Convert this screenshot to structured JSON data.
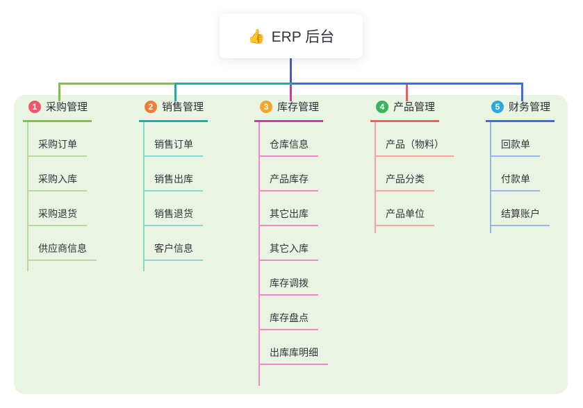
{
  "root": {
    "icon": "👍",
    "title": "ERP 后台"
  },
  "colors": {
    "canvas_bg": "#ffffff",
    "panel_bg": "#e9f5e2",
    "root_connector": "#4c5ac8",
    "text": "#33333a"
  },
  "branches": [
    {
      "num": "1",
      "label": "采购管理",
      "badge_color": "#f1566b",
      "line_color": "#82bd4d",
      "child_line_color": "#b7dc9b",
      "children": [
        "采购订单",
        "采购入库",
        "采购退货",
        "供应商信息"
      ]
    },
    {
      "num": "2",
      "label": "销售管理",
      "badge_color": "#ee7d3b",
      "line_color": "#15b2a7",
      "child_line_color": "#86d7d0",
      "children": [
        "销售订单",
        "销售出库",
        "销售退货",
        "客户信息"
      ]
    },
    {
      "num": "3",
      "label": "库存管理",
      "badge_color": "#f3a52c",
      "line_color": "#d4389e",
      "child_line_color": "#ef8ac4",
      "children": [
        "仓库信息",
        "产品库存",
        "其它出库",
        "其它入库",
        "库存调拨",
        "库存盘点",
        "出库库明细"
      ]
    },
    {
      "num": "4",
      "label": "产品管理",
      "badge_color": "#35b55e",
      "line_color": "#f15c5c",
      "child_line_color": "#f7a3a3",
      "children": [
        "产品（物料）",
        "产品分类",
        "产品单位"
      ]
    },
    {
      "num": "5",
      "label": "财务管理",
      "badge_color": "#2aaade",
      "line_color": "#3f6be0",
      "child_line_color": "#9fb4ea",
      "children": [
        "回款单",
        "付款单",
        "结算账户"
      ]
    }
  ]
}
